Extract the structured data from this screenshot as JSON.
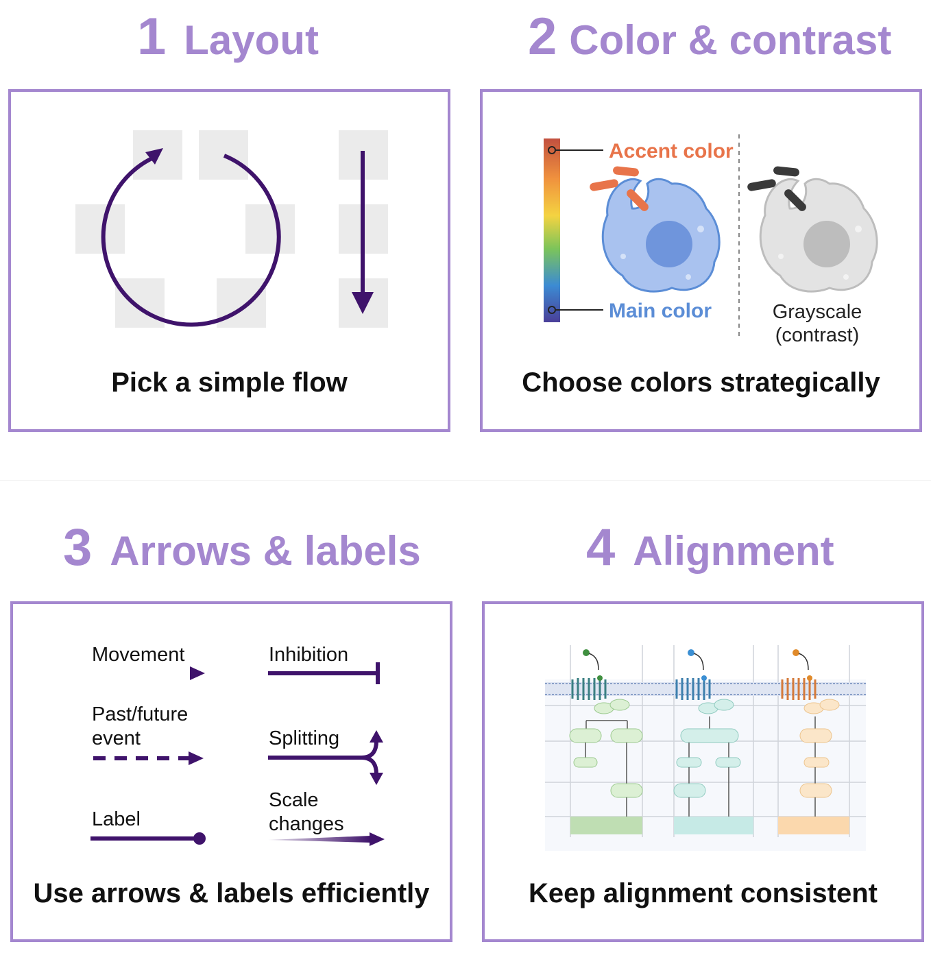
{
  "colors": {
    "accent": "#a487cf",
    "arrow": "#3f136b",
    "accent_label": "#e8744a",
    "main_label": "#5b8dd6",
    "placeholder": "#ebebeb"
  },
  "sections": [
    {
      "number": "1",
      "title": "Layout",
      "caption": "Pick a simple flow"
    },
    {
      "number": "2",
      "title": "Color & contrast",
      "caption": "Choose colors strategically"
    },
    {
      "number": "3",
      "title": "Arrows & labels",
      "caption": "Use arrows & labels efficiently"
    },
    {
      "number": "4",
      "title": "Alignment",
      "caption": "Keep alignment consistent"
    }
  ],
  "color_panel": {
    "accent_label": "Accent color",
    "main_label": "Main color",
    "grayscale_line1": "Grayscale",
    "grayscale_line2": "(contrast)"
  },
  "arrow_panel": {
    "movement": "Movement",
    "inhibition": "Inhibition",
    "past_future_line1": "Past/future",
    "past_future_line2": "event",
    "splitting": "Splitting",
    "scale_line1": "Scale",
    "scale_line2": "changes",
    "label": "Label"
  }
}
